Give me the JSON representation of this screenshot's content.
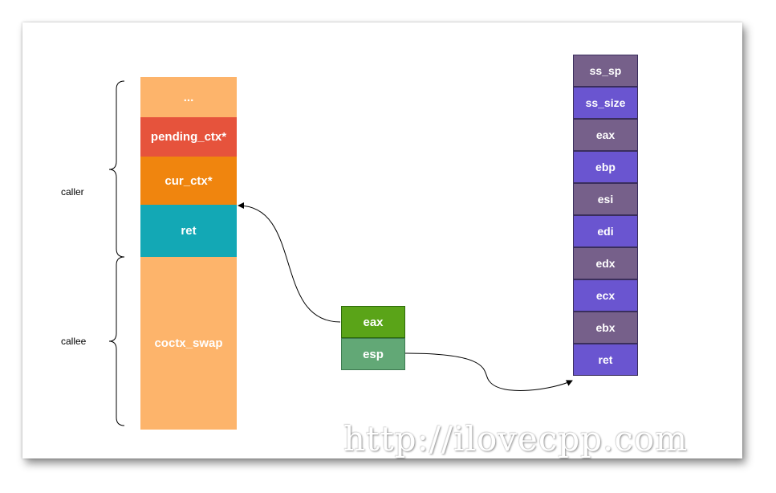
{
  "stack": {
    "cells": [
      {
        "label": "...",
        "color": "#fdb46b"
      },
      {
        "label": "pending_ctx*",
        "color": "#e6533c"
      },
      {
        "label": "cur_ctx*",
        "color": "#f0850e"
      },
      {
        "label": "ret",
        "color": "#13a8b5"
      },
      {
        "label": "coctx_swap",
        "color": "#fdb46b"
      }
    ],
    "caller_label": "caller",
    "callee_label": "callee"
  },
  "registers_small": [
    {
      "label": "eax",
      "color": "#5aa418"
    },
    {
      "label": "esp",
      "color": "#62a876"
    }
  ],
  "regs_array": {
    "cells": [
      {
        "label": "ss_sp",
        "color": "#76608a"
      },
      {
        "label": "ss_size",
        "color": "#6a55d0"
      },
      {
        "label": "eax",
        "color": "#76608a"
      },
      {
        "label": "ebp",
        "color": "#6a55d0"
      },
      {
        "label": "esi",
        "color": "#76608a"
      },
      {
        "label": "edi",
        "color": "#6a55d0"
      },
      {
        "label": "edx",
        "color": "#76608a"
      },
      {
        "label": "ecx",
        "color": "#6a55d0"
      },
      {
        "label": "ebx",
        "color": "#76608a"
      },
      {
        "label": "ret",
        "color": "#6a55d0"
      }
    ]
  },
  "watermark": "http://ilovecpp.com"
}
